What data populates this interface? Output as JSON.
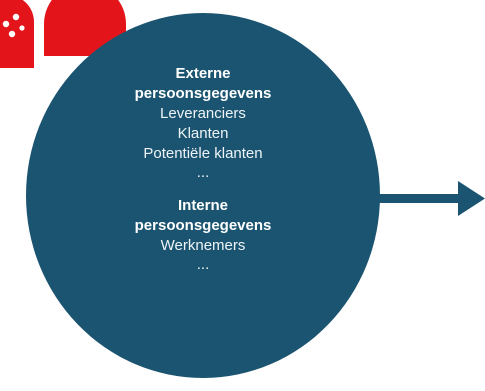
{
  "colors": {
    "circle": "#1b5470",
    "arrow": "#1b5470",
    "decor_red": "#e3151b",
    "text": "#ffffff"
  },
  "groups": [
    {
      "heading_line1": "Externe",
      "heading_line2": "persoonsgegevens",
      "items": [
        "Leveranciers",
        "Klanten",
        "Potentiële klanten"
      ],
      "ellipsis": "..."
    },
    {
      "heading_line1": "Interne",
      "heading_line2": "persoonsgegevens",
      "items": [
        "Werknemers"
      ],
      "ellipsis": "..."
    }
  ],
  "icons": {
    "decoration": "red-tombstone-shapes-icon",
    "arrow": "arrow-right-icon"
  }
}
